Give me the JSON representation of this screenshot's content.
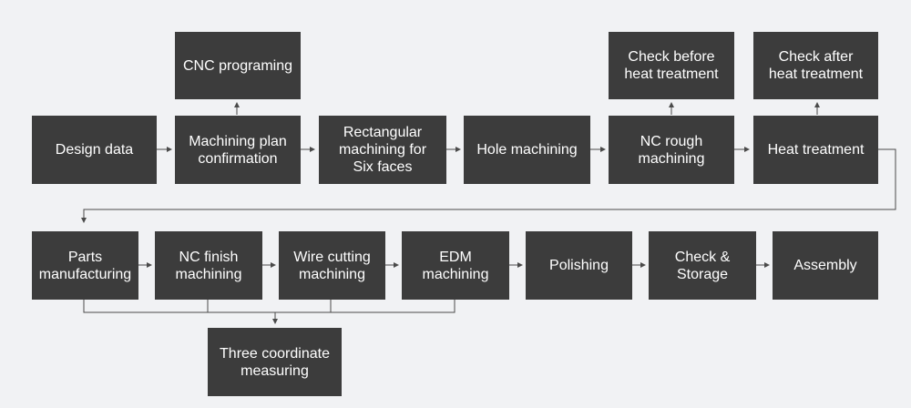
{
  "row1": [
    {
      "id": "design",
      "label": "Design data"
    },
    {
      "id": "plan",
      "label": "Machining plan\nconfirmation"
    },
    {
      "id": "rect",
      "label": "Rectangular\nmachining for\nSix faces"
    },
    {
      "id": "hole",
      "label": "Hole machining"
    },
    {
      "id": "ncrough",
      "label": "NC rough\nmachining"
    },
    {
      "id": "heat",
      "label": "Heat treatment"
    }
  ],
  "top": [
    {
      "id": "cnc",
      "label": "CNC programing"
    },
    {
      "id": "checkbefore",
      "label": "Check before\nheat treatment"
    },
    {
      "id": "checkafter",
      "label": "Check after\nheat treatment"
    }
  ],
  "row2": [
    {
      "id": "parts",
      "label": "Parts\nmanufacturing"
    },
    {
      "id": "ncfinish",
      "label": "NC finish\nmachining"
    },
    {
      "id": "wire",
      "label": "Wire cutting\nmachining"
    },
    {
      "id": "edm",
      "label": "EDM\nmachining"
    },
    {
      "id": "polish",
      "label": "Polishing"
    },
    {
      "id": "storage",
      "label": "Check &\nStorage"
    },
    {
      "id": "assembly",
      "label": "Assembly"
    }
  ],
  "bottom": [
    {
      "id": "measure",
      "label": "Three coordinate\nmeasuring"
    }
  ],
  "colors": {
    "box": "#3c3c3c",
    "line": "#4a4a4a",
    "background": "#f1f2f4"
  }
}
